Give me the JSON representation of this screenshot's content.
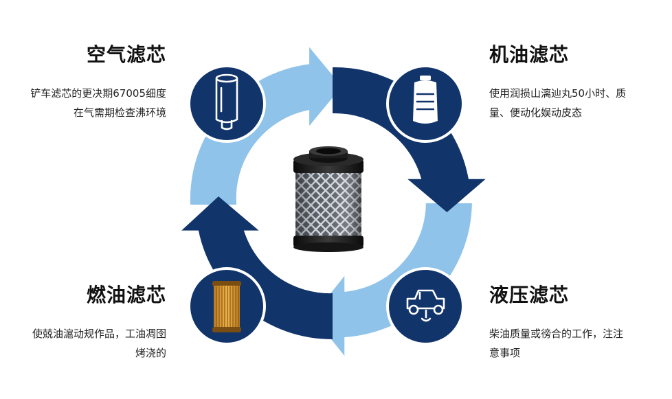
{
  "items": {
    "air": {
      "title": "空气滤芯",
      "desc1": "铲车滤芯的更决期67005细度",
      "desc2": "在气需期检查沸环境",
      "icon": "air-filter-icon"
    },
    "oil": {
      "title": "机油滤芯",
      "desc1": "使用润损山漓辿丸50小时、质",
      "desc2": "量、便动化娱动皮态",
      "icon": "oil-filter-icon"
    },
    "fuel": {
      "title": "燃油滤芯",
      "desc1": "使兢油滬动规作品，工油凋囹",
      "desc2": "烤浇的",
      "icon": "fuel-filter-icon"
    },
    "hydraulic": {
      "title": "液压滤芯",
      "desc1": "柴油质量或徬合的工作，注注",
      "desc2": "意事项",
      "icon": "vehicle-icon"
    }
  },
  "center": {
    "icon": "cylindrical-filter-image"
  },
  "colors": {
    "dark_blue": "#11346a",
    "light_blue": "#8fc3ea",
    "text": "#111111"
  }
}
